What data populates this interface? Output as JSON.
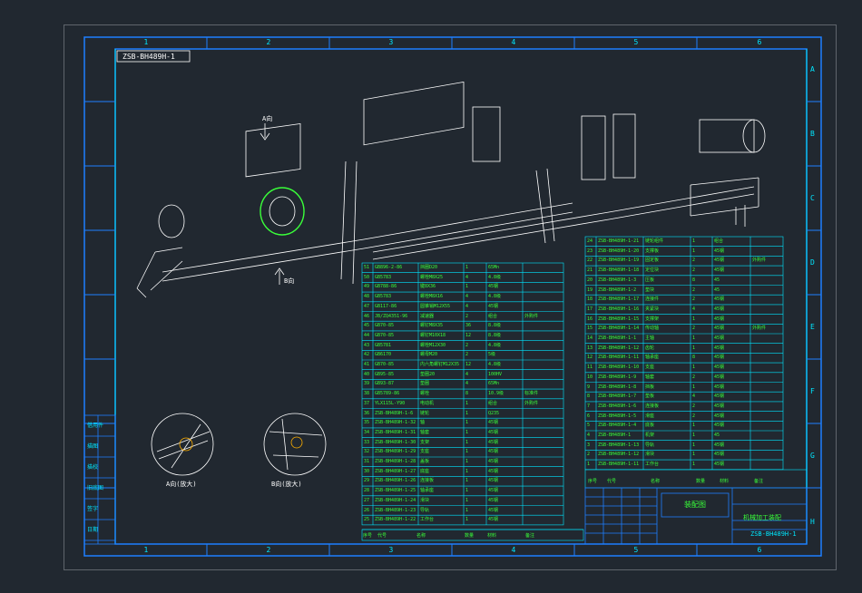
{
  "frame": {
    "drawing_number": "ZSB-BH489H-1",
    "col_labels": [
      "1",
      "2",
      "3",
      "4",
      "5",
      "6"
    ],
    "row_labels": [
      "A",
      "B",
      "C",
      "D",
      "E",
      "F",
      "G",
      "H"
    ]
  },
  "view_labels": {
    "arrow_a": "A向",
    "arrow_b": "B向",
    "detail_a": "A向(放大)",
    "detail_b": "B向(放大)"
  },
  "title_block": {
    "drawing_name": "装配图",
    "company": "机械加工装配",
    "number": "ZSB-BH489H-1"
  },
  "bom_left": {
    "rows": [
      [
        "51",
        "GB896-2-86",
        "挡圈D20",
        "1",
        "65Mn",
        ""
      ],
      [
        "50",
        "GB5783",
        "螺栓M8X25",
        "4",
        "4.8级",
        ""
      ],
      [
        "49",
        "GB788-86",
        "键8X36",
        "1",
        "45钢",
        ""
      ],
      [
        "48",
        "GB5783",
        "螺栓M8X16",
        "4",
        "4.8级",
        ""
      ],
      [
        "47",
        "GB117-86",
        "圆锥销M12X55",
        "4",
        "45钢",
        ""
      ],
      [
        "46",
        "JB/ZQ4351-96",
        "减速器",
        "2",
        "组合",
        "外购件"
      ],
      [
        "45",
        "GB70-85",
        "螺钉M8X35",
        "36",
        "8.8级",
        ""
      ],
      [
        "44",
        "GB70-85",
        "螺钉M10X18",
        "12",
        "8.8级",
        ""
      ],
      [
        "43",
        "GB5781",
        "螺栓M12X30",
        "2",
        "4.8级",
        ""
      ],
      [
        "42",
        "GB6170",
        "螺母M20",
        "2",
        "5级",
        ""
      ],
      [
        "41",
        "GB70-85",
        "内六角螺钉M12X35",
        "12",
        "4.8级",
        ""
      ],
      [
        "40",
        "GB95-85",
        "垫圈20",
        "4",
        "100HV",
        ""
      ],
      [
        "39",
        "GB93-87",
        "垫圈",
        "4",
        "65Mn",
        ""
      ],
      [
        "38",
        "GB5789-86",
        "螺栓",
        "8",
        "10.9级",
        "标准件"
      ],
      [
        "37",
        "YLX115L-Y90",
        "电动机",
        "1",
        "组合",
        "外购件"
      ],
      [
        "36",
        "ZSB-BH489H-1-6",
        "链轮",
        "1",
        "Q235",
        ""
      ],
      [
        "35",
        "ZSB-BH489H-1-32",
        "轴",
        "1",
        "45钢",
        ""
      ],
      [
        "34",
        "ZSB-BH489H-1-31",
        "轴套",
        "1",
        "45钢",
        ""
      ],
      [
        "33",
        "ZSB-BH489H-1-30",
        "支架",
        "1",
        "45钢",
        ""
      ],
      [
        "32",
        "ZSB-BH489H-1-29",
        "支座",
        "1",
        "45钢",
        ""
      ],
      [
        "31",
        "ZSB-BH489H-1-28",
        "盖板",
        "1",
        "45钢",
        ""
      ],
      [
        "30",
        "ZSB-BH489H-1-27",
        "底座",
        "1",
        "45钢",
        ""
      ],
      [
        "29",
        "ZSB-BH489H-1-26",
        "连接板",
        "1",
        "45钢",
        ""
      ],
      [
        "28",
        "ZSB-BH489H-1-25",
        "轴承座",
        "1",
        "45钢",
        ""
      ],
      [
        "27",
        "ZSB-BH489H-1-24",
        "滑块",
        "1",
        "45钢",
        ""
      ],
      [
        "26",
        "ZSB-BH489H-1-23",
        "导轨",
        "1",
        "45钢",
        ""
      ],
      [
        "25",
        "ZSB-BH489H-1-22",
        "工作台",
        "1",
        "45钢",
        ""
      ]
    ],
    "header": [
      "序号",
      "代号",
      "名称",
      "数量",
      "材料",
      "备注"
    ]
  },
  "bom_right": {
    "rows": [
      [
        "24",
        "ZSB-BH489H-1-21",
        "链轮组件",
        "1",
        "组合",
        ""
      ],
      [
        "23",
        "ZSB-BH489H-1-20",
        "支撑板",
        "1",
        "45钢",
        ""
      ],
      [
        "22",
        "ZSB-BH489H-1-19",
        "固定板",
        "2",
        "45钢",
        "外购件"
      ],
      [
        "21",
        "ZSB-BH489H-1-18",
        "定位块",
        "2",
        "45钢",
        ""
      ],
      [
        "20",
        "ZSB-BH489H-1-3",
        "压板",
        "8",
        "45",
        ""
      ],
      [
        "19",
        "ZSB-BH489H-1-2",
        "垫块",
        "2",
        "45",
        ""
      ],
      [
        "18",
        "ZSB-BH489H-1-17",
        "连接件",
        "2",
        "45钢",
        ""
      ],
      [
        "17",
        "ZSB-BH489H-1-16",
        "夹紧块",
        "4",
        "45钢",
        ""
      ],
      [
        "16",
        "ZSB-BH489H-1-15",
        "支撑架",
        "1",
        "45钢",
        ""
      ],
      [
        "15",
        "ZSB-BH489H-1-14",
        "传动轴",
        "2",
        "45钢",
        "外购件"
      ],
      [
        "14",
        "ZSB-BH489H-1-1",
        "主轴",
        "1",
        "45钢",
        ""
      ],
      [
        "13",
        "ZSB-BH489H-1-12",
        "齿轮",
        "1",
        "45钢",
        ""
      ],
      [
        "12",
        "ZSB-BH489H-1-11",
        "轴承座",
        "8",
        "45钢",
        ""
      ],
      [
        "11",
        "ZSB-BH489H-1-10",
        "支座",
        "1",
        "45钢",
        ""
      ],
      [
        "10",
        "ZSB-BH489H-1-9",
        "轴套",
        "2",
        "45钢",
        ""
      ],
      [
        "9",
        "ZSB-BH489H-1-8",
        "挡板",
        "1",
        "45钢",
        ""
      ],
      [
        "8",
        "ZSB-BH489H-1-7",
        "垫板",
        "4",
        "45钢",
        ""
      ],
      [
        "7",
        "ZSB-BH489H-1-6",
        "连接板",
        "2",
        "45钢",
        ""
      ],
      [
        "6",
        "ZSB-BH489H-1-5",
        "滑座",
        "2",
        "45钢",
        ""
      ],
      [
        "5",
        "ZSB-BH489H-1-4",
        "底板",
        "1",
        "45钢",
        ""
      ],
      [
        "4",
        "ZSB-BH489H-1",
        "机架",
        "1",
        "45",
        ""
      ],
      [
        "3",
        "ZSB-BH489H-1-13",
        "导轨",
        "1",
        "45钢",
        ""
      ],
      [
        "2",
        "ZSB-BH489H-1-12",
        "滑块",
        "1",
        "45钢",
        ""
      ],
      [
        "1",
        "ZSB-BH489H-1-11",
        "工作台",
        "1",
        "45钢",
        ""
      ]
    ],
    "header": [
      "序号",
      "代号",
      "名称",
      "数量",
      "材料",
      "备注"
    ]
  },
  "left_strip": [
    "借用件",
    "描图",
    "描校",
    "旧底图",
    "签字",
    "日期"
  ]
}
